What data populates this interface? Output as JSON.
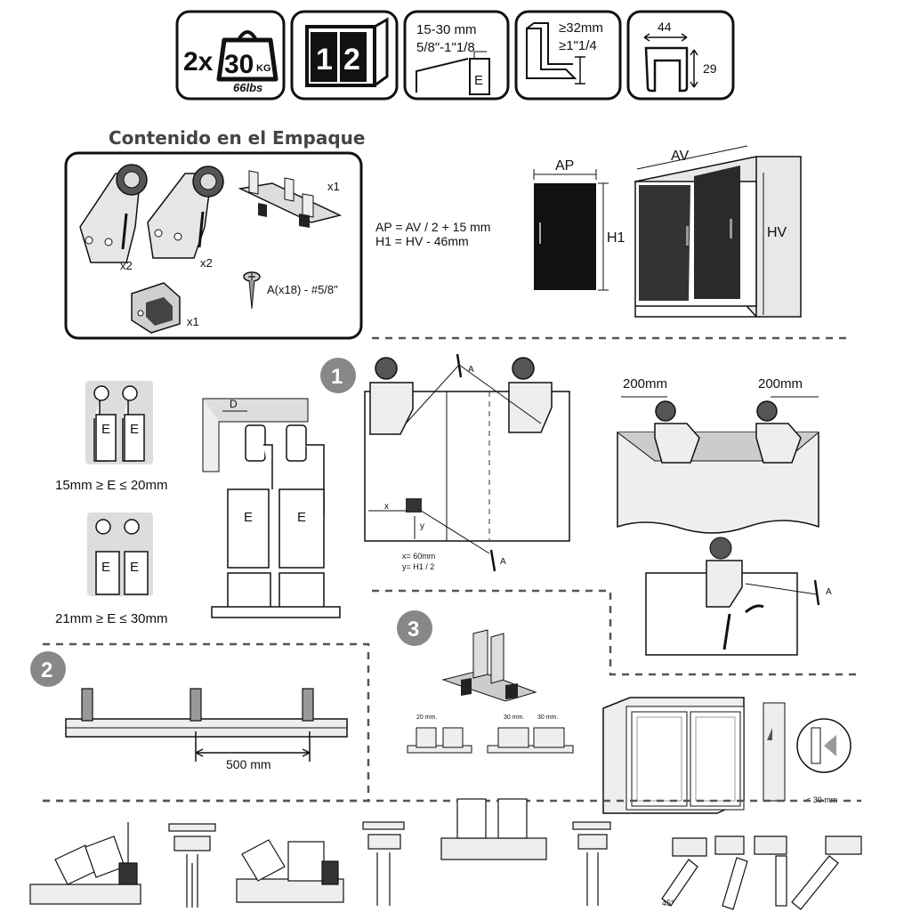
{
  "badges": {
    "capacity": {
      "count": "2x",
      "weight": "30",
      "unit": "KG",
      "lbs": "66lbs"
    },
    "doors": {
      "d1": "1",
      "d2": "2"
    },
    "thickness": {
      "mm": "15-30 mm",
      "inch": "5/8\"-1\"1/8",
      "e": "E"
    },
    "overlap": {
      "mm": "≥32mm",
      "inch": "≥1\"1/4"
    },
    "profile": {
      "w": "44",
      "h": "29"
    }
  },
  "package": {
    "title": "Contenido en el Empaque",
    "qty_hanger_left": "x2",
    "qty_hanger_right": "x2",
    "qty_guide": "x1",
    "qty_stopper": "x1",
    "screw": "A(x18) - #5/8\""
  },
  "formulas": {
    "ap": "AP = AV / 2 + 15 mm",
    "h1": "H1 = HV - 46mm",
    "ap_label": "AP",
    "h1_label": "H1",
    "av_label": "AV",
    "hv_label": "HV"
  },
  "steps": {
    "s1": "1",
    "s2": "2",
    "s3": "3"
  },
  "thickness_ranges": {
    "range1": "15mm ≥ E ≤ 20mm",
    "range2": "21mm ≥ E ≤ 30mm",
    "e": "E",
    "d": "D"
  },
  "step1": {
    "a": "A",
    "x": "x",
    "y": "y",
    "xval": "x= 60mm",
    "yval": "y= H1 / 2"
  },
  "spacing": {
    "left": "200mm",
    "right": "200mm",
    "a": "A"
  },
  "rail": {
    "spacing": "500 mm"
  },
  "guides": {
    "g20": "20 mm.",
    "g30a": "30 mm.",
    "g30b": "30 mm."
  },
  "gap": {
    "label": "< 30 mm"
  },
  "angle": {
    "label": "45°"
  }
}
